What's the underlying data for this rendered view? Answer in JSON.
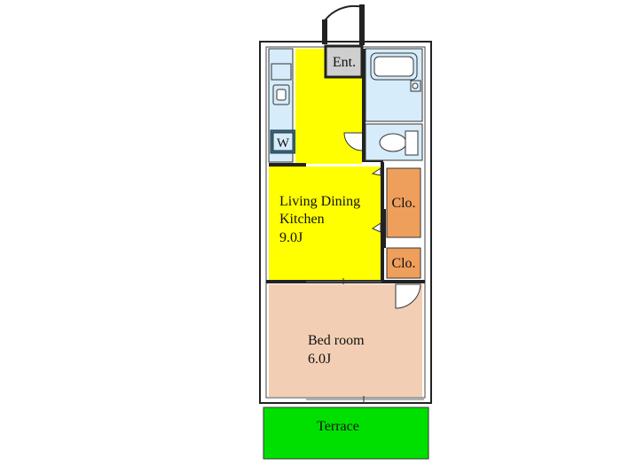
{
  "rooms": {
    "entrance": {
      "label": "Ent."
    },
    "washer": {
      "label": "W"
    },
    "ldk": {
      "line1": "Living Dining",
      "line2": "Kitchen",
      "size": "9.0J"
    },
    "closet_upper": {
      "label": "Clo."
    },
    "closet_lower": {
      "label": "Clo."
    },
    "bedroom": {
      "line1": "Bed  room",
      "size": "6.0J"
    },
    "terrace": {
      "label": "Terrace"
    }
  },
  "colors": {
    "ldk": "#ffff00",
    "bedroom": "#f2cfb4",
    "closet": "#ef9f5c",
    "wet_area": "#d6ecfb",
    "terrace": "#00e000",
    "entrance": "#cfcfcf",
    "wall": "#222222"
  }
}
